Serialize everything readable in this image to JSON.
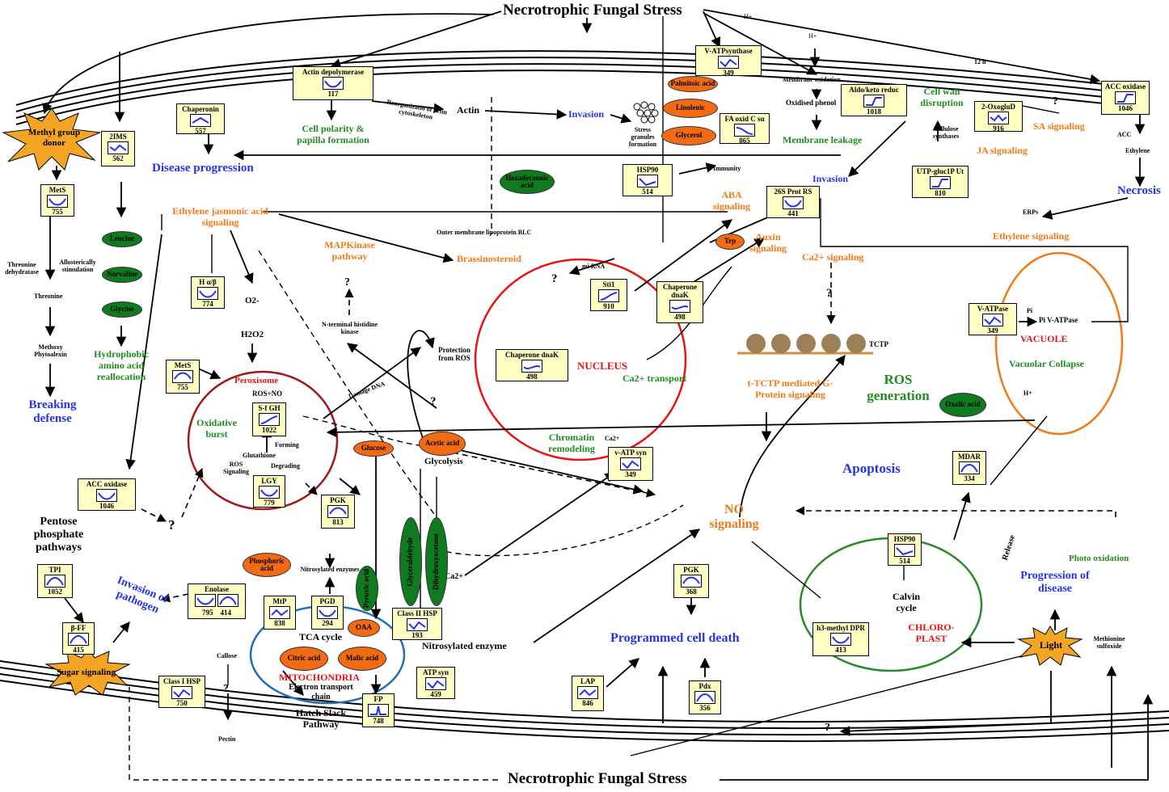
{
  "title_top": "Necrotrophic Fungal Stress",
  "title_bottom": "Necrotrophic Fungal Stress",
  "colors": {
    "green": "#1e8c1e",
    "blue": "#2433e6",
    "orange": "#f07a1a",
    "red": "#e81414",
    "gene_box": "#ffffc4",
    "metabolite_orange": "#f26a12",
    "metabolite_green": "#0f7a1f",
    "mitochondria": "#1f6fbf",
    "chloroplast": "#2a8a2a",
    "vacuole": "#f07a1a",
    "peroxisome": "#a01818",
    "nucleus": "#e81414"
  },
  "genes": {
    "actin_depoly": {
      "name": "Actin depolymerase",
      "value": "117"
    },
    "vatp_synthase": {
      "name": "V-ATPsynthase",
      "value": "349"
    },
    "chaperonin": {
      "name": "Chaperonin",
      "value": "557"
    },
    "ims2": {
      "name": "2IMS",
      "value": "562"
    },
    "mets_left": {
      "name": "MetS",
      "value": "755"
    },
    "aldo_keto": {
      "name": "Aldo/keto reduc",
      "value": "1018"
    },
    "oxoglud": {
      "name": "2-OxogluD",
      "value": "916"
    },
    "acc_oxidase_right": {
      "name": "ACC oxidase",
      "value": "1046"
    },
    "fa_oxid": {
      "name": "FA oxid C sα",
      "value": "865"
    },
    "hsp90_top": {
      "name": "HSP90",
      "value": "514"
    },
    "utp_gluc": {
      "name": "UTP-gluc1P Ut",
      "value": "810"
    },
    "prot26s": {
      "name": "26S Prot RS",
      "value": "441"
    },
    "h_ab": {
      "name": "H α/β",
      "value": "774"
    },
    "sti1": {
      "name": "Sti1",
      "value": "910"
    },
    "chap_dnak_a": {
      "name": "Chaperone dnaK",
      "value": "498"
    },
    "chap_dnak_b": {
      "name": "Chaperone dnaK",
      "value": "498"
    },
    "vatpase_vac": {
      "name": "V-ATPase",
      "value": "349"
    },
    "mets_perox": {
      "name": "MetS",
      "value": "755"
    },
    "sfgh": {
      "name": "S-f GH",
      "value": "1022"
    },
    "lgy": {
      "name": "LGY",
      "value": "779"
    },
    "vatp_syn": {
      "name": "v-ATP syn",
      "value": "349"
    },
    "acc_oxidase_left": {
      "name": "ACC oxidase",
      "value": "1046"
    },
    "pgk_mid": {
      "name": "PGK",
      "value": "813"
    },
    "mdar": {
      "name": "MDAR",
      "value": "334"
    },
    "tpi": {
      "name": "TPI",
      "value": "1052"
    },
    "enolase": {
      "name": "Enolase",
      "value_a": "795",
      "value_b": "414"
    },
    "mtp": {
      "name": "MtP",
      "value": "838"
    },
    "pgd": {
      "name": "PGD",
      "value": "294"
    },
    "class2_hsp": {
      "name": "Class II HSP",
      "value": "193"
    },
    "pgk_low": {
      "name": "PGK",
      "value": "368"
    },
    "hsp90_chloro": {
      "name": "HSP90",
      "value": "514"
    },
    "bff": {
      "name": "β-FF",
      "value": "415"
    },
    "atp_syn": {
      "name": "ATP syn",
      "value": "459"
    },
    "class1_hsp": {
      "name": "Class I HSP",
      "value": "750"
    },
    "fp": {
      "name": "FP",
      "value": "748"
    },
    "lap": {
      "name": "LAP",
      "value": "846"
    },
    "pdx": {
      "name": "Pdx",
      "value": "356"
    },
    "h3methyl": {
      "name": "h3-methyl DPR",
      "value": "413"
    }
  },
  "metabolites": {
    "palmitoic": "Palmitoic acid",
    "linolenic": "Linolenic",
    "glycerol": "Glycerol",
    "hexadecanoic": "Hexadecanoic acid",
    "leucine": "Leucine",
    "norvaline": "Norvaline",
    "glycine": "Glycine",
    "trp": "Trp",
    "oxalic": "Oxalic acid",
    "glucose": "Glucose",
    "acetic": "Acetic acid",
    "phosphoric": "Phosphoric acid",
    "pyruvic": "Pyruvic acid",
    "glyceraldehyde": "Glyceraldehyde",
    "dihydroxyacetone": "Dihydroxyacetone",
    "oaa": "OAA",
    "citric": "Citric acid",
    "malic": "Malic acid"
  },
  "labels": {
    "methyl_group_donor": "Methyl group donor",
    "sugar_signaling": "Sugar signaling",
    "light": "Light",
    "actin": "Actin",
    "reorg_actin": "Reorganizatio of actin cytoskeleton",
    "cell_polarity": "Cell polarity & papilla formation",
    "invasion_top": "Invasion",
    "stress_granules": "Stress granules formation",
    "h_plus_top": "H+",
    "h_plus_2": "H+",
    "membrane_oxidation": "Membrane oxidation",
    "oxidised_phenol": "Oxidised phenol",
    "membrane_leakage": "Membrane leakage",
    "cell_wall_disruption": "Cell wall disruption",
    "cellulose_synthases": "Cellulose synthases",
    "h12": "12 h",
    "q_sa": "?",
    "sa_signaling": "SA signaling",
    "ja_signaling": "JA signaling",
    "acc": "ACC",
    "ethylene": "Ethylene",
    "necrosis": "Necrosis",
    "disease_progression": "Disease progression",
    "immunity": "Immunity",
    "invasion_mid": "Invasion",
    "aba_signaling": "ABA signaling",
    "auxin_signaling": "Auxin signaling",
    "erps": "ERPs",
    "ethylene_signaling": "Ethylene signaling",
    "ethylene_jasmonic": "Ethylene jasmonic acid signaling",
    "outer_membrane": "Outer membrane lipoprotein BLC",
    "brassinosteroid": "Brassinosteroid",
    "mapkinase": "MAPKinase pathway",
    "q_mapk": "?",
    "n_terminal": "N-terminal histidine kinase",
    "mi_rna": "mi RNA",
    "q_mirna": "?",
    "ca_signaling": "Ca2+ signaling",
    "q_ca": "?",
    "threonine_dehydratase": "Threonine dehydratase",
    "allosterically": "Allosterically stimulation",
    "threonine": "Threonine",
    "methoxy": "Methoxy Phytoalexin",
    "breaking_defense": "Breaking defense",
    "hydrophobic": "Hydrophobic amino acid reallocation",
    "o2": "O2-",
    "h2o2": "H2O2",
    "peroxisome": "Peroxisome",
    "ros_no": "ROS+NO",
    "oxidative_burst": "Oxidative burst",
    "forming": "Forming",
    "glutathione": "Glutathione",
    "degrading": "Degrading",
    "ros_signaling": "ROS Signaling",
    "protection_ros": "Protection from ROS",
    "damage_dna": "Damage DNA",
    "q_dna": "?",
    "nucleus": "NUCLEUS",
    "ca_transport": "Ca2+ transport",
    "chromatin": "Chromatin remodeling",
    "ca2_small": "Ca2+",
    "tctp": "TCTP",
    "t_tctp": "t-TCTP mediated G-Protein signaling",
    "ros_generation": "ROS generation",
    "pi": "Pi",
    "pi_vatpase": "Pi V-ATPase",
    "vacuole": "VACUOLE",
    "vacuolar_collapse": "Vacuolar Collapse",
    "h_plus_vac": "H+",
    "apoptosis": "Apoptosis",
    "glycolysis": "Glycolysis",
    "no_signaling": "NO signaling",
    "q_acc": "?",
    "pentose": "Pentose phosphate pathways",
    "invasion_pathogen": "Invasion of pathogen",
    "nitrosylated_enzymes": "Nitrosylated enzymes",
    "ca2_mid": "Ca2+",
    "tca_cycle": "TCA cycle",
    "mitochondria": "MITOCHONDRIA",
    "etc": "Electron transport chain",
    "nitrosylated_enzyme": "Nitrosylated enzyme",
    "hatch_slack": "Hatch Slack Pathway",
    "callose": "Callose",
    "q_callose": "?",
    "pectin": "Pectin",
    "programmed_cell_death": "Programmed cell death",
    "calvin": "Calvin cycle",
    "chloroplast": "CHLORO-PLAST",
    "release": "Release",
    "photo_oxidation": "Photo oxidation",
    "progression_disease": "Progression of disease",
    "methionine_sulfoxide": "Methionine sulfoxide",
    "q_bottom": "?"
  }
}
